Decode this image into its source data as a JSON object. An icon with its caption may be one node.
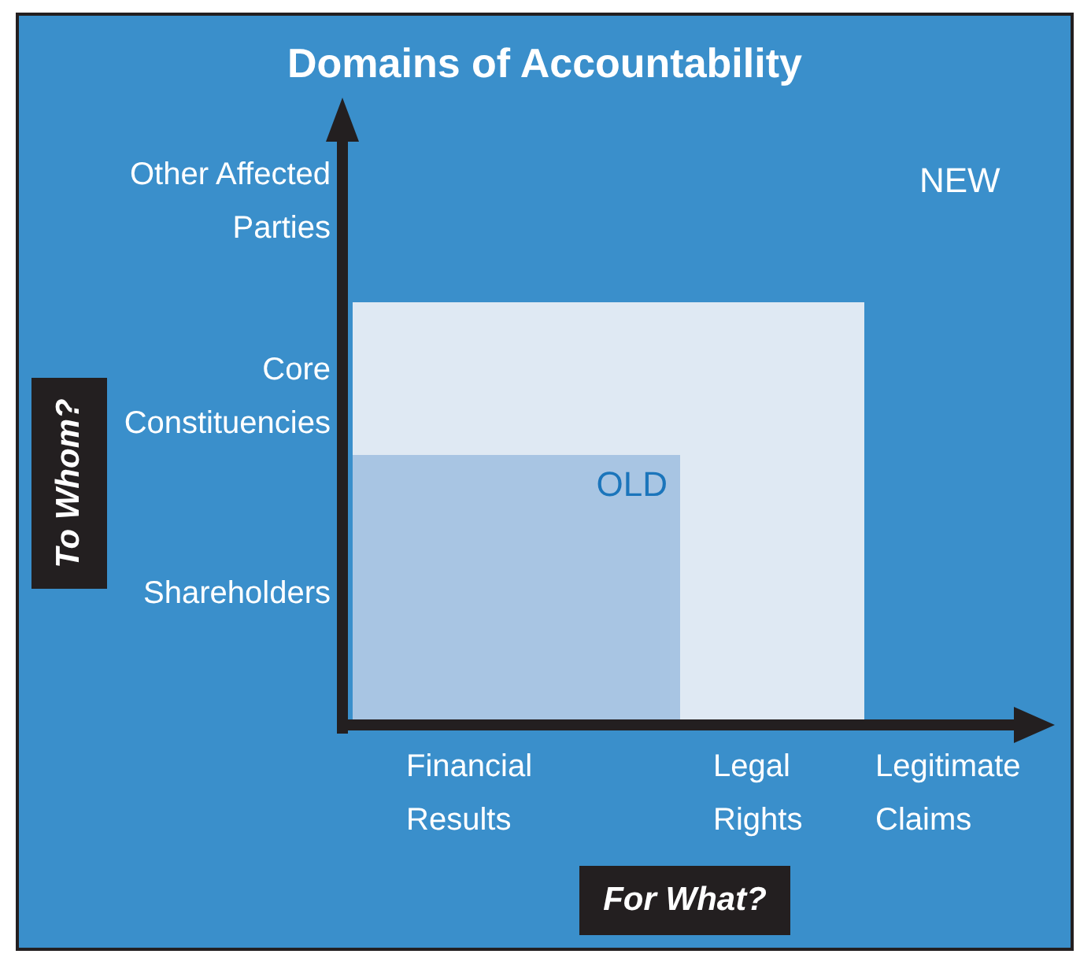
{
  "diagram": {
    "title": "Domains of Accountability",
    "nodes": [
      {
        "text": [],
        "shape": "box",
        "beside": [
          "NEW"
        ]
      },
      {
        "text": [
          "OLD"
        ],
        "in": 0
      }
    ],
    "labels": [
      "Other Affected Parties",
      "Core Constituencies",
      "Shareholders",
      "Financial Results",
      "Legal Rights",
      "Legitimate Claims",
      "To Whom?",
      "For What?"
    ]
  }
}
